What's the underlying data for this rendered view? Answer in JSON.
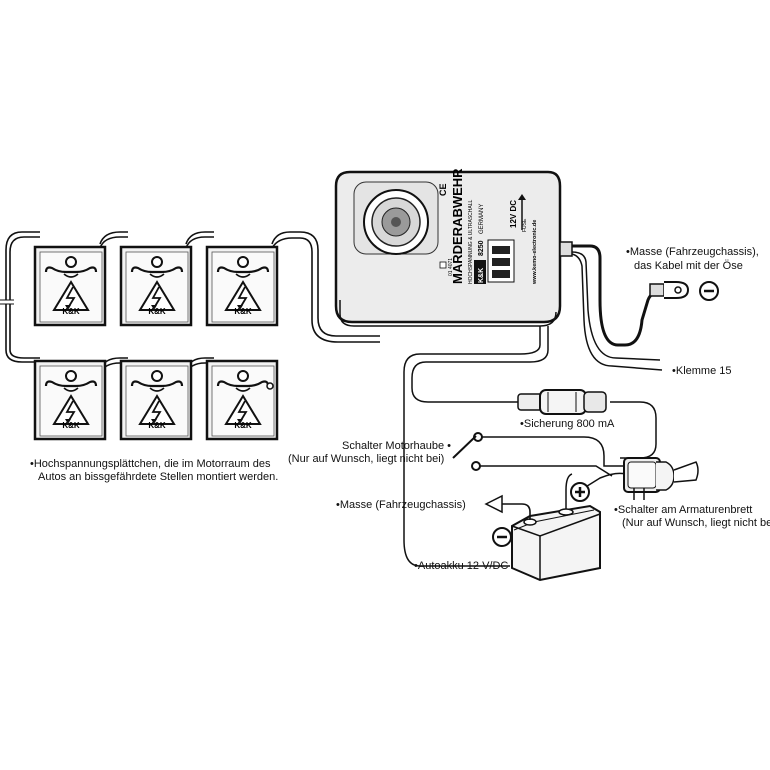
{
  "device": {
    "title": "MARDERABWEHR",
    "brand": "K&K",
    "model": "8250",
    "origin": "GERMANY",
    "subtitle": "HOCHSPANNUNG & ULTRASCHALL",
    "voltage": "12V DC",
    "fuse_label": "FUSE",
    "website": "www.kemo-electronic.de",
    "ce_mark": "CE",
    "code": "01 4071"
  },
  "plate_logo": "K&K",
  "labels": {
    "ground_eyelet": [
      "Masse (Fahrzeugchassis),",
      "das Kabel mit der Öse"
    ],
    "terminal": "Klemme 15",
    "fuse": "Sicherung 800 mA",
    "hood_switch": [
      "Schalter Motorhaube",
      "(Nur auf Wunsch, liegt nicht bei)"
    ],
    "dash_switch": [
      "Schalter am Armaturenbrett",
      "(Nur auf Wunsch, liegt nicht bei)"
    ],
    "ground": "Masse (Fahrzeugchassis)",
    "battery": "Autoakku 12 V/DC",
    "plates": [
      "Hochspannungsplättchen, die im Motorraum des",
      "Autos an bissgefährdete Stellen montiert werden."
    ]
  },
  "symbols": {
    "minus": "−",
    "plus": "+"
  }
}
